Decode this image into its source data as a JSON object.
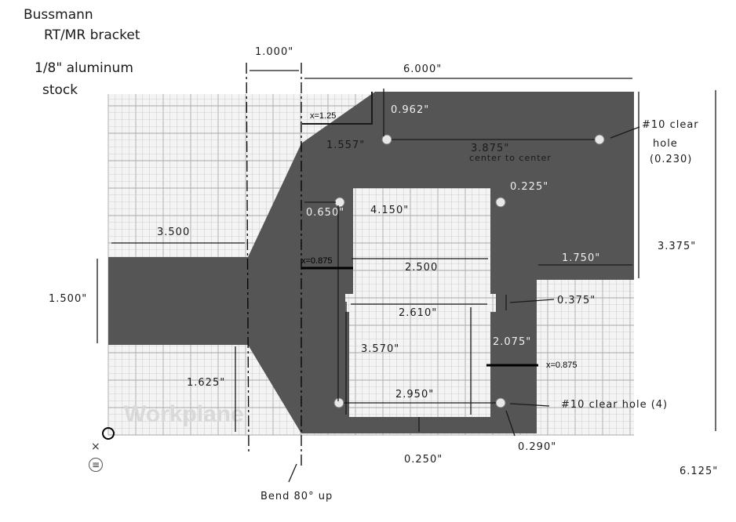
{
  "header": {
    "line1": "Bussmann",
    "line2": "RT/MR bracket",
    "line3": "1/8\" aluminum",
    "line4": "stock"
  },
  "workplane": {
    "watermark": "Workplane"
  },
  "dimensions": {
    "d_1000": "1.000\"",
    "d_6000": "6.000\"",
    "d_0962": "0.962\"",
    "d_1557": "1.557\"",
    "d_3875": "3.875\"",
    "d_center": "center to center",
    "d_3500": "3.500",
    "d_1500": "1.500\"",
    "d_1625": "1.625\"",
    "d_0650": "0.650\"",
    "d_4150": "4.150\"",
    "d_0225": "0.225\"",
    "d_2500": "2.500",
    "d_1750": "1.750\"",
    "d_3375": "3.375\"",
    "d_0375": "0.375\"",
    "d_2610": "2.610\"",
    "d_3570": "3.570\"",
    "d_2075": "2.075\"",
    "d_2950": "2.950\"",
    "d_0250": "0.250\"",
    "d_0290": "0.290\"",
    "d_6125": "6.125\""
  },
  "notes": {
    "hole_top_1": "#10 clear",
    "hole_top_2": "hole",
    "hole_top_3": "(0.230)",
    "hole_bottom": "#10 clear hole (4)",
    "bend": "Bend 80° up"
  },
  "markers": {
    "x125": "x=1.25",
    "x0875_left": "x=0.875",
    "x0875_right": "x=0.875"
  },
  "controls": {
    "close_glyph": "×",
    "menu_glyph": "≡"
  },
  "colors": {
    "part": "#555555",
    "grid_bg": "#f4f4f4",
    "ink": "#1a1a1a"
  }
}
